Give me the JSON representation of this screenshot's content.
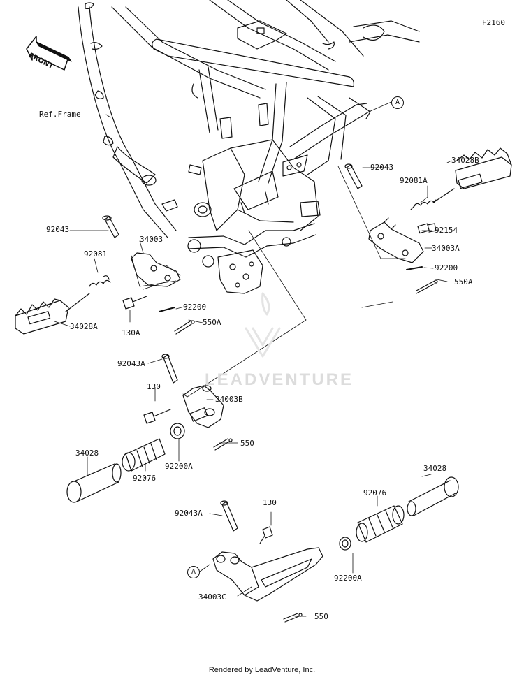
{
  "figure_code": "F2160",
  "front_label": "FRONT",
  "ref_frame": "Ref.Frame",
  "watermark": "LEADVENTURE",
  "footer": "Rendered by LeadVenture, Inc.",
  "ref_marker": "A",
  "parts": {
    "p34028B": "34028B",
    "p92043_r": "92043",
    "p92081A": "92081A",
    "p92154": "92154",
    "p34003A": "34003A",
    "p92200_r": "92200",
    "p550A_r": "550A",
    "p92043_l": "92043",
    "p34003": "34003",
    "p92081": "92081",
    "p34028A": "34028A",
    "p130A": "130A",
    "p92200_l": "92200",
    "p550A_l": "550A",
    "p92043A_m": "92043A",
    "p130_m": "130",
    "p34003B": "34003B",
    "p550_m": "550",
    "p34028_l": "34028",
    "p92076_l": "92076",
    "p92200A_l": "92200A",
    "p34028_r": "34028",
    "p92076_r": "92076",
    "p92043A_b": "92043A",
    "p130_b": "130",
    "p92200A_r": "92200A",
    "p34003C": "34003C",
    "p550_b": "550"
  }
}
